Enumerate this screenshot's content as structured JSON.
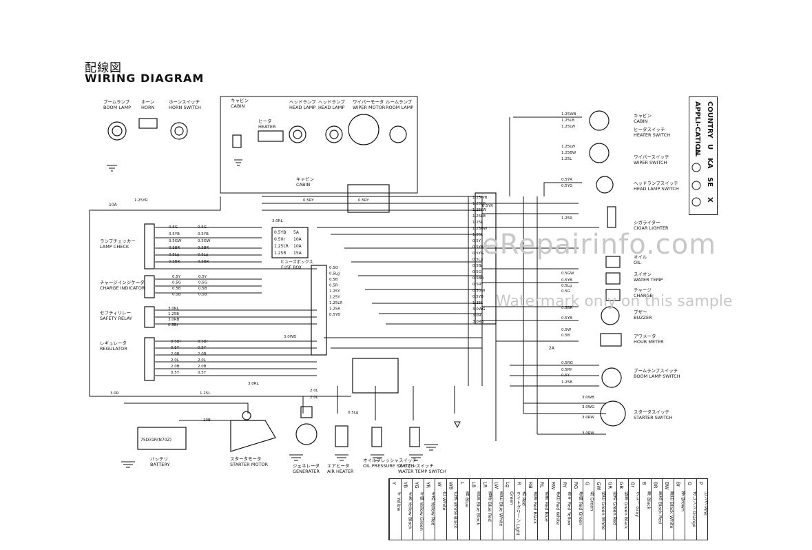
{
  "header": {
    "title_jp": "配線図",
    "title_en": "WIRING DIAGRAM"
  },
  "watermark": {
    "line1": "eRepairinfo.com",
    "line2": "Watermark only on this sample"
  },
  "country_box": {
    "heading": "COUNTRY",
    "row2_label": "APPLI-CATION",
    "columns": [
      "U",
      "KA",
      "SE",
      "X"
    ]
  },
  "components_top": [
    {
      "jp": "ブームランプ",
      "en": "BOOM LAMP"
    },
    {
      "jp": "ホーン",
      "en": "HORN"
    },
    {
      "jp": "ホーンスイッチ",
      "en": "HORN SWITCH"
    },
    {
      "jp": "キャビン",
      "en": "CABIN"
    },
    {
      "jp": "ヒータ",
      "en": "HEATER"
    },
    {
      "jp": "ヘッドランプ",
      "en": "HEAD LAMP"
    },
    {
      "jp": "ヘッドランプ",
      "en": "HEAD LAMP"
    },
    {
      "jp": "ワイパーモータ",
      "en": "WIPER MOTOR"
    },
    {
      "jp": "ルームランプ",
      "en": "ROOM LAMP"
    },
    {
      "jp": "キャビン",
      "en": "CABIN"
    }
  ],
  "components_left": [
    {
      "jp": "ランプチェッカー",
      "en": "LAMP CHECK"
    },
    {
      "jp": "チャージインジケータ",
      "en": "CHARGE INDICATOR"
    },
    {
      "jp": "セフティリレー",
      "en": "SAFETY RELAY"
    },
    {
      "jp": "レギュレータ",
      "en": "REGULATOR"
    }
  ],
  "components_bottom": [
    {
      "jp": "バッテリ",
      "en": "BATTERY"
    },
    {
      "jp": "スタータモータ",
      "en": "STARTER MOTOR"
    },
    {
      "jp": "ジェネレータ",
      "en": "GENERATER"
    },
    {
      "jp": "エアヒータ",
      "en": "AIR HEATER"
    },
    {
      "jp": "オイルプレッシャスイッチ",
      "en": "OIL PRESSURE SWITCH"
    },
    {
      "jp": "スイオンスイッチ",
      "en": "WATER TEMP SWITCH"
    }
  ],
  "components_right": [
    {
      "jp": "キャビン",
      "en": "CABIN"
    },
    {
      "jp": "ヒータスイッチ",
      "en": "HEATER SWITCH"
    },
    {
      "jp": "ワイパースイッチ",
      "en": "WIPER SWITCH"
    },
    {
      "jp": "ヘッドランプスイッチ",
      "en": "HEAD LAMP SWITCH"
    },
    {
      "jp": "シガライター",
      "en": "CIGAR LIGHTER"
    },
    {
      "jp": "オイル",
      "en": "OIL"
    },
    {
      "jp": "スイオン",
      "en": "WATER TEMP"
    },
    {
      "jp": "チャージ",
      "en": "CHARGE"
    },
    {
      "jp": "ブザー",
      "en": "BUZZER"
    },
    {
      "jp": "アワメータ",
      "en": "HOUR METER"
    },
    {
      "jp": "ブームランプスイッチ",
      "en": "BOOM LAMP SWITCH"
    },
    {
      "jp": "スタータスイッチ",
      "en": "STARTER SWITCH"
    }
  ],
  "fuse_box": {
    "jp": "ヒューズボックス",
    "en": "FUSE BOX",
    "ratings": [
      "5A",
      "10A",
      "10A",
      "15A"
    ],
    "wires": [
      "0.5YB",
      "0.50r",
      "1.25LR",
      "1.25R"
    ]
  },
  "battery_label": "75D31R(N70Z)",
  "fuse_10a": "10A",
  "fuse_2a": "2A",
  "wire_labels": {
    "lamp_check_left": [
      "0.5G",
      "0.5YB",
      "0.5GW",
      "0.5BR",
      "0.5Lg",
      "0.5BR"
    ],
    "lamp_check_right": [
      "0.5G",
      "0.5YB",
      "0.5GW",
      "0.5BR",
      "0.5Lg",
      "0.5BR"
    ],
    "charge_left": [
      "0.5Y",
      "0.5G",
      "0.5B",
      "0.5B"
    ],
    "charge_right": [
      "0.5Y",
      "0.5G",
      "0.5B",
      "0.5B"
    ],
    "safety_relay": [
      "3.0RL",
      "1.25B",
      "3.0RB",
      "0.5Br"
    ],
    "regulator_left": [
      "0.5Br",
      "0.5Y",
      "2.0R",
      "2.0L",
      "2.0B",
      "0.5Y"
    ],
    "regulator_right": [
      "0.5Br",
      "0.5Y",
      "2.0R",
      "2.0L",
      "2.0B",
      "0.5Y"
    ],
    "harness_right": [
      "1.25WB",
      "1.25LB",
      "1.25LW",
      "1.25LB",
      "1.25L",
      "1.25BW",
      "1.25L",
      "0.5Y",
      "0.5YB",
      "0.5YG",
      "0.5Lg",
      "0.5Br",
      "0.5G",
      "0.5BR",
      "0.5RY",
      "0.5GW",
      "0.5YB",
      "1.25L",
      "3.0WG",
      "3.0R",
      "3.0RB"
    ],
    "fuse_box_right": [
      "0.5G",
      "0.5Lg",
      "0.5B",
      "0.5R",
      "1.25Y",
      "1.25Y",
      "1.25LR",
      "1.25R",
      "0.5YB"
    ],
    "heater_switch": [
      "1.25WB",
      "1.25LB",
      "1.25LW"
    ],
    "wiper_switch": [
      "1.25LW",
      "1.25BW",
      "1.25L"
    ],
    "head_lamp_switch": [
      "0.5YR",
      "0.5YG"
    ],
    "misc": [
      "1.25R",
      "0.5GW",
      "0.5YB",
      "0.5Lg",
      "0.5G",
      "0.5BR",
      "0.5YB",
      "0.5B",
      "0.5W",
      "0.5RG",
      "0.5RY",
      "0.5Y",
      "1.25B",
      "3.0WB",
      "3.0WG",
      "3.0RW",
      "3.0RW",
      "3.0RL",
      "20B",
      "2.0L",
      "3.0WB",
      "0.5Lg",
      "0.5YR",
      "0.5RY",
      "1.25YR",
      "0.5RY",
      "1.25L",
      "3.0RL",
      "2.0L",
      "3.0R"
    ]
  },
  "color_table": [
    {
      "code": "Y",
      "jp": "キ",
      "en": "Yellow"
    },
    {
      "code": "YB",
      "jp": "キ黒",
      "en": "Yellow Black"
    },
    {
      "code": "YG",
      "jp": "キ緑",
      "en": "Yellow Green"
    },
    {
      "code": "YR",
      "jp": "キ赤",
      "en": "Yellow Red"
    },
    {
      "code": "W",
      "jp": "白",
      "en": "White"
    },
    {
      "code": "WB",
      "jp": "白黒",
      "en": "White Black"
    },
    {
      "code": "L",
      "jp": "青",
      "en": "Blue"
    },
    {
      "code": "LB",
      "jp": "青黒",
      "en": "Blue Black"
    },
    {
      "code": "LR",
      "jp": "青赤",
      "en": "Blue Red"
    },
    {
      "code": "LW",
      "jp": "青白",
      "en": "Blue White"
    },
    {
      "code": "Lg",
      "jp": "ライトグリーン",
      "en": "Light Green"
    },
    {
      "code": "R",
      "jp": "赤",
      "en": "Red"
    },
    {
      "code": "RB",
      "jp": "赤黒",
      "en": "Red Black"
    },
    {
      "code": "RL",
      "jp": "赤青",
      "en": "Red Blue"
    },
    {
      "code": "RW",
      "jp": "赤白",
      "en": "Red White"
    },
    {
      "code": "RY",
      "jp": "赤キ",
      "en": "Red Yellow"
    },
    {
      "code": "RG",
      "jp": "赤緑",
      "en": "Red Green"
    },
    {
      "code": "G",
      "jp": "緑",
      "en": "Green"
    },
    {
      "code": "GW",
      "jp": "緑白",
      "en": "Green White"
    },
    {
      "code": "GR",
      "jp": "緑赤",
      "en": "Green Red"
    },
    {
      "code": "GB",
      "jp": "緑黒",
      "en": "Green Black"
    },
    {
      "code": "Gr",
      "jp": "グレー",
      "en": "Gray"
    },
    {
      "code": "B",
      "jp": "黒",
      "en": "Black"
    },
    {
      "code": "BR",
      "jp": "黒赤",
      "en": "Black Red"
    },
    {
      "code": "BW",
      "jp": "黒白",
      "en": "Black White"
    },
    {
      "code": "Br",
      "jp": "茶",
      "en": "Brown"
    },
    {
      "code": "O",
      "jp": "オレンジ",
      "en": "Orange"
    },
    {
      "code": "P",
      "jp": "ピンク",
      "en": "Pink"
    }
  ]
}
